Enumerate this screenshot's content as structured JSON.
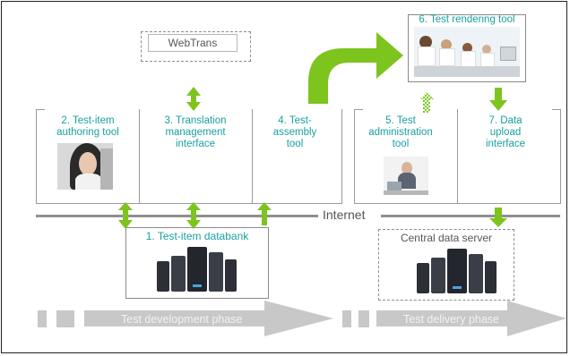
{
  "diagram": {
    "webtrans": "WebTrans",
    "internet": "Internet",
    "nodes": {
      "authoring": "2. Test-item authoring tool",
      "translation": "3. Translation management interface",
      "assembly": "4. Test-assembly tool",
      "administration": "5. Test administration tool",
      "rendering": "6. Test rendering tool",
      "upload": "7. Data upload interface",
      "databank": "1. Test-item databank",
      "central": "Central data server"
    },
    "phases": {
      "development": "Test development phase",
      "delivery": "Test delivery phase"
    },
    "colors": {
      "green": "#7dc41f",
      "teal": "#1aa0a0",
      "gray_line": "#8f8f8f",
      "phase_gray": "#c8c8c8"
    }
  }
}
